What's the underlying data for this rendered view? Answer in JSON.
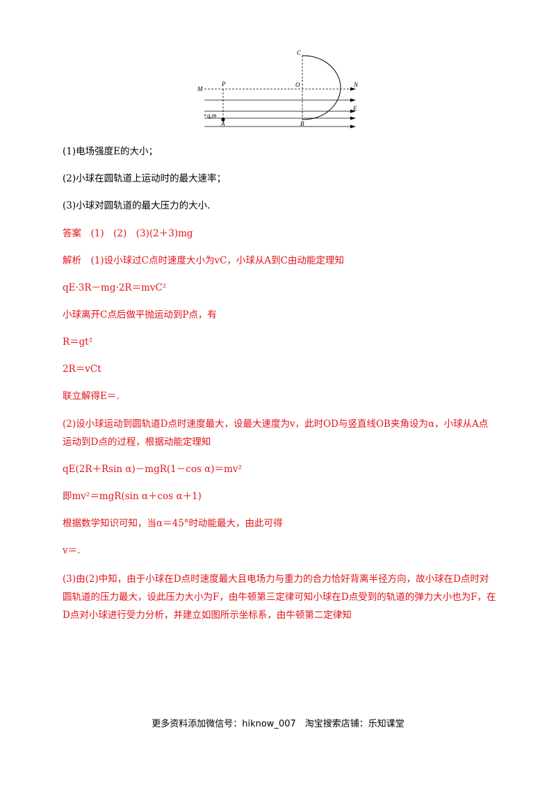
{
  "figure": {
    "labels": {
      "C": "C",
      "M": "M",
      "P": "P",
      "O": "O",
      "N": "N",
      "E": "E",
      "charge": "+q,m",
      "A": "A",
      "B": "B"
    }
  },
  "questions": [
    "(1)电场强度E的大小；",
    "(2)小球在圆轨道上运动时的最大速率；",
    "(3)小球对圆轨道的最大压力的大小."
  ],
  "answer": "答案　(1)　(2)　(3)(2＋3)mg",
  "solution": {
    "line1": "解析　(1)设小球过C点时速度大小为vC，小球从A到C由动能定理知",
    "eq1": "qE·3R－mg·2R＝mvC²",
    "line2": "小球离开C点后做平抛运动到P点，有",
    "eq2": "R＝gt²",
    "eq3": "2R＝vCt",
    "line3": "联立解得E＝.",
    "part2_para": "(2)设小球运动到圆轨道D点时速度最大，设最大速度为v，此时OD与竖直线OB夹角设为α，小球从A点运动到D点的过程，根据动能定理知",
    "eq4": "qE(2R＋Rsin α)－mgR(1－cos α)＝mv²",
    "eq5": "即mv²＝mgR(sin α＋cos α＋1)",
    "line4": "根据数学知识可知，当α＝45°时动能最大，由此可得",
    "eq6": "v＝.",
    "part3_para": "(3)由(2)中知，由于小球在D点时速度最大且电场力与重力的合力恰好背离半径方向，故小球在D点时对圆轨道的压力最大，设此压力大小为F，由牛顿第三定律可知小球在D点受到的轨道的弹力大小也为F，在D点对小球进行受力分析，并建立如图所示坐标系，由牛顿第二定律知"
  },
  "footer": "更多资料添加微信号：hiknow_007　淘宝搜索店铺：乐知课堂",
  "colors": {
    "answer_red": "#e3131a",
    "text_black": "#000000"
  }
}
